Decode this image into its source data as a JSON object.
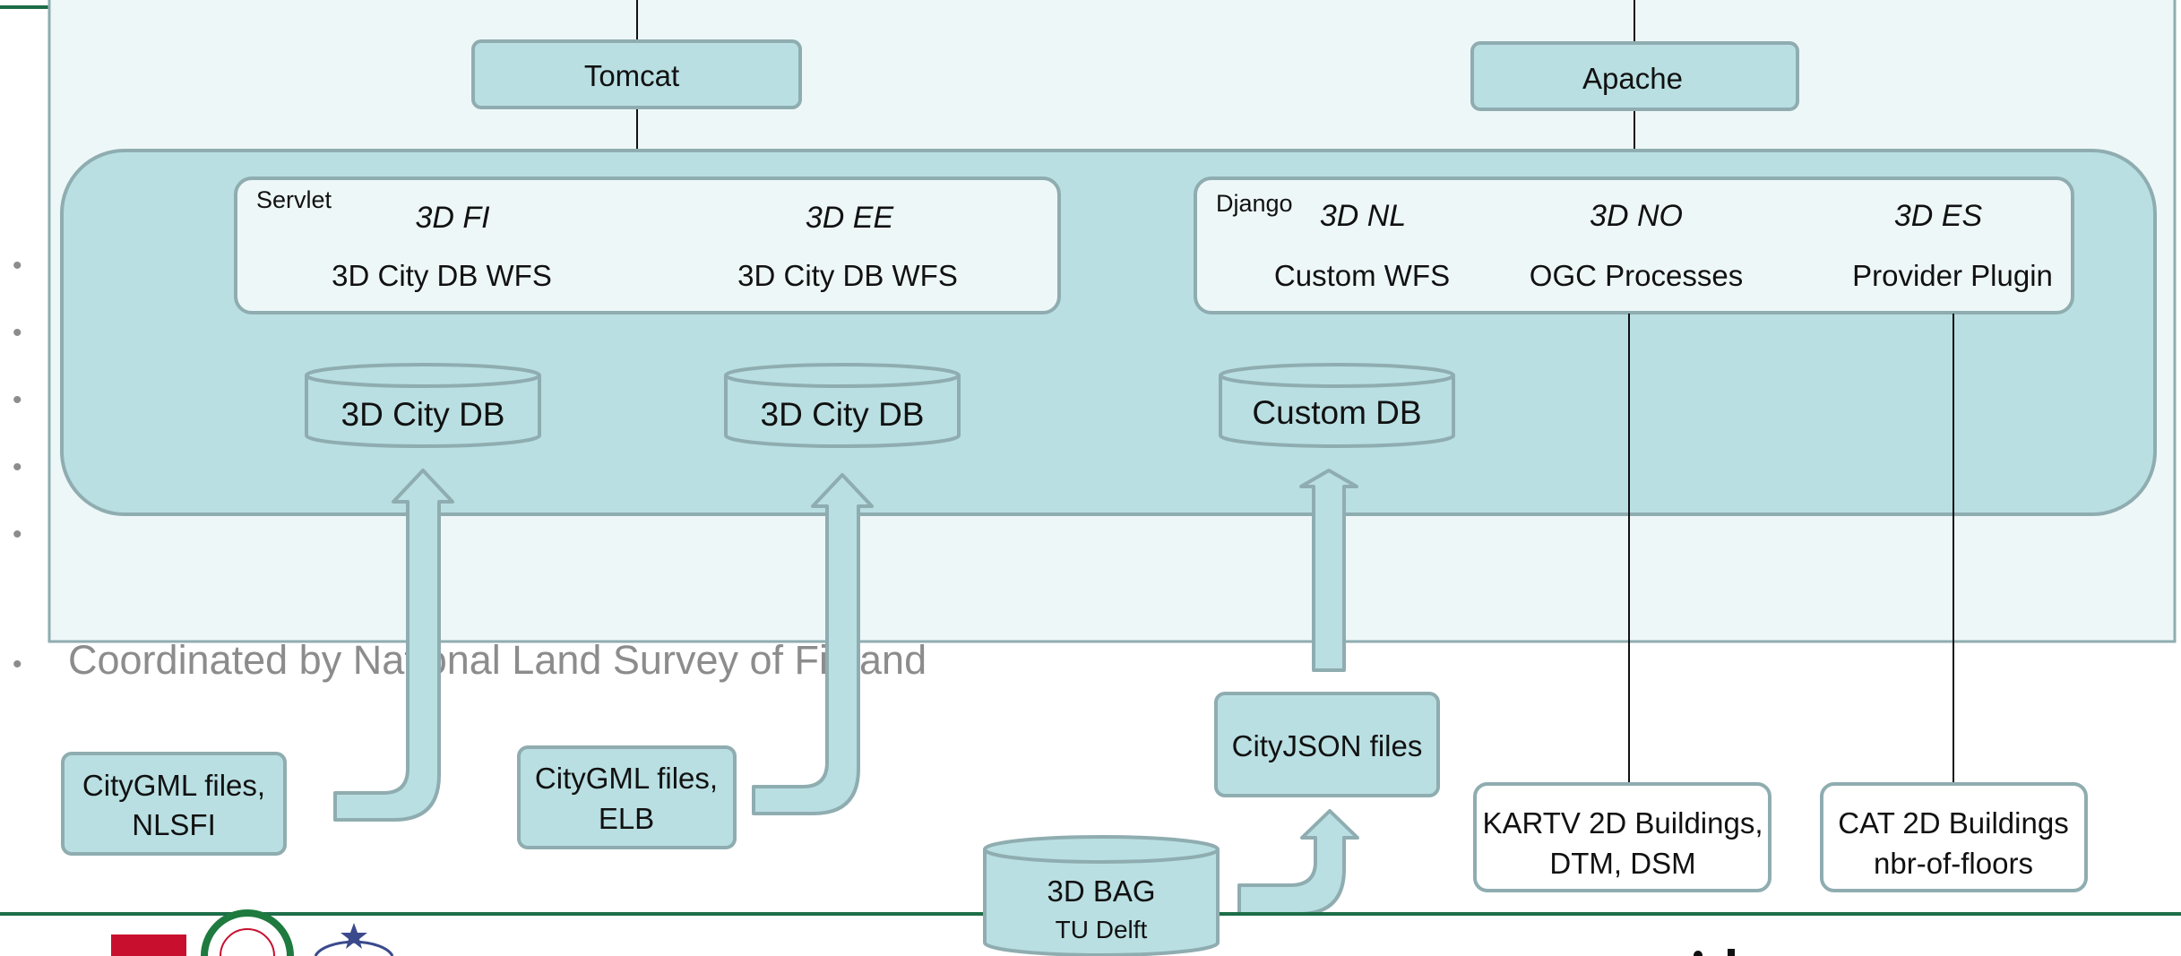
{
  "colors": {
    "fill": "#b9dfe2",
    "fill_light": "#eef7f8",
    "stroke": "#8fadb0",
    "bar_green": "#1d6e48",
    "bullet_gray": "#8c8c8c",
    "logo_red": "#c8102e",
    "logo_green": "#1e7a3e",
    "logo_navy": "#3a4a8c"
  },
  "diagram": {
    "servers": {
      "tomcat": "Tomcat",
      "apache": "Apache"
    },
    "left_group": {
      "title": "Servlet",
      "services": [
        {
          "region": "3D FI",
          "software": "3D City DB WFS"
        },
        {
          "region": "3D EE",
          "software": "3D City DB WFS"
        }
      ]
    },
    "right_group": {
      "title": "Django",
      "services": [
        {
          "region": "3D NL",
          "software": "Custom WFS"
        },
        {
          "region": "3D NO",
          "software": "OGC Processes"
        },
        {
          "region": "3D ES",
          "software": "Provider Plugin"
        }
      ]
    },
    "databases": [
      "3D City DB",
      "3D City DB",
      "Custom DB"
    ],
    "sources": {
      "citygml_nlsfi": [
        "CityGML files,",
        "NLSFI"
      ],
      "citygml_elb": [
        "CityGML files,",
        "ELB"
      ],
      "cityjson": "CityJSON files",
      "bag_title": "3D BAG",
      "bag_sub": "TU Delft",
      "kartv": [
        "KARTV 2D Buildings,",
        "DTM, DSM"
      ],
      "cat": [
        "CAT 2D Buildings",
        "nbr-of-floors"
      ]
    }
  },
  "background_slide": {
    "bullet_char": "•",
    "visible_bullet_text": "Coordinated by National Land Survey of Finland"
  }
}
